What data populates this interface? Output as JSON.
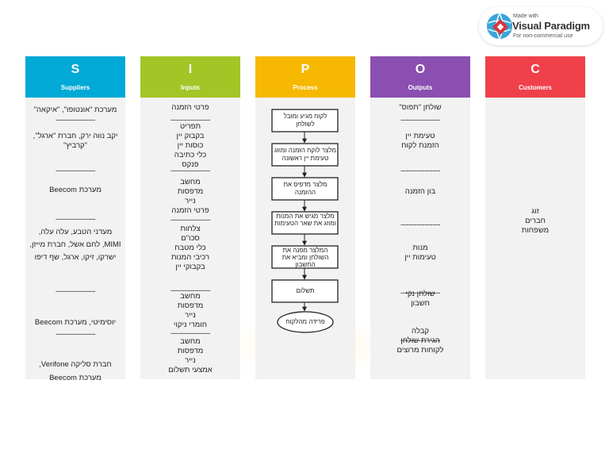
{
  "watermark": {
    "made_with": "Made with",
    "brand": "Visual Paradigm",
    "sub": "For non-commercial use"
  },
  "divider": "--------------------",
  "columns": [
    {
      "letter": "S",
      "title": "Suppliers",
      "color": "#00a9d6",
      "items": [
        "מערכת \"אונטופו\", \"איקאה\"",
        "יקב נווה ירק, חברת \"ארגל\", \"קרביץ\"",
        "מערכת Beecom",
        "מעדני הטבע, עלה עלה, MIMI, לחם אשל, חברת מייזן, ישרקו, זיקו, ארגל, שף דיפו",
        "יוסימיטי, מערכת Beecom",
        "חברת סליקה Verifone, מערכת Beecom"
      ]
    },
    {
      "letter": "I",
      "title": "Inputs",
      "color": "#a3c526",
      "items": [
        "פרטי הזמנה",
        "תפריט\nבקבוק יין\nכוסות יין\nכלי כתיבה\nפנקס",
        "מחשב\nמדפסות\nנייר\nפרטי הזמנה",
        "צלחות\nסכו\"ם\nכלי מטבח\nרכיבי המנות\nבקבוקי יין",
        "מחשב\nמדפסות\nנייר\nחומרי ניקוי",
        "מחשב\nמדפסות\nנייר\nאמצעי תשלום"
      ]
    },
    {
      "letter": "P",
      "title": "Process",
      "color": "#f6b800",
      "items": [
        "לקוח מגיע ומובל לשולחן",
        "מלצר לוקח הזמנה ומוזג טעימת יין ראשונה",
        "מלצר מדפיס את ההזמנה",
        "מלצר מגיש את המנות ומוזג את שאר הטעימות",
        "המלצר מפנה את השולחן ומביא את החשבון",
        "תשלום",
        "פרידה מהלקוח"
      ]
    },
    {
      "letter": "O",
      "title": "Outputs",
      "color": "#8a4fb0",
      "items": [
        "שולחן \"תפוס\"",
        "טעימת יין\nהזמנת לקוח",
        "בון הזמנה",
        "מנות\nטעימות יין",
        "שולחן נקי\nחשבון",
        "קבלה\nהגירת שולחן\nלקוחות מרוצים"
      ]
    },
    {
      "letter": "C",
      "title": "Customers",
      "color": "#f0404a",
      "items": [
        "זוג\nחברים\nמשפחות"
      ]
    }
  ]
}
